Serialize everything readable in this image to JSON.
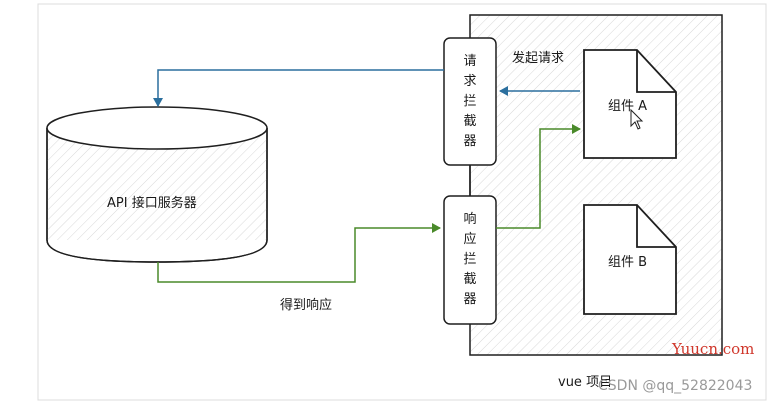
{
  "diagram": {
    "server_label": "API 接口服务器",
    "request_interceptor": "请求拦截器",
    "response_interceptor": "响应拦截器",
    "component_a": "组件 A",
    "component_b": "组件 B",
    "send_request": "发起请求",
    "get_response": "得到响应",
    "project_label": "vue 项目",
    "colors": {
      "request_arrow": "#2b6f9e",
      "response_arrow": "#4a8a2a",
      "stroke": "#1f1f1f"
    }
  },
  "watermarks": {
    "site": "Yuucn.com",
    "author": "CSDN @qq_52822043"
  }
}
